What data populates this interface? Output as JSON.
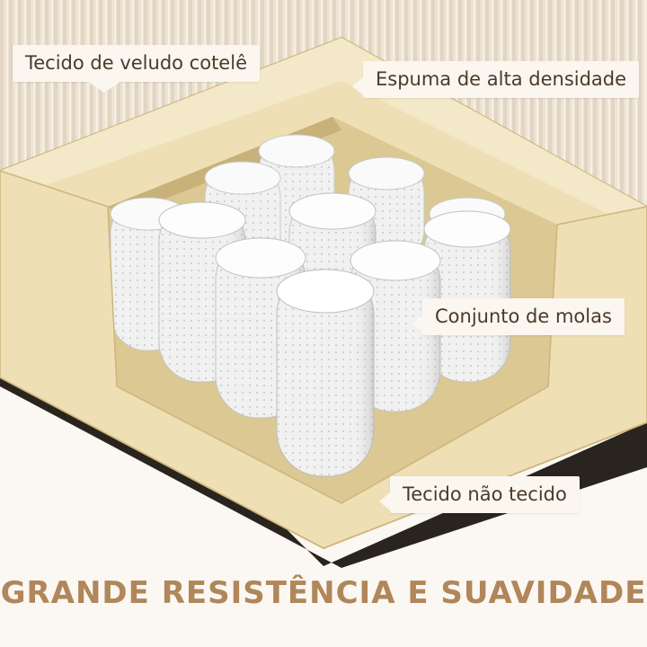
{
  "labels": {
    "velvet": "Tecido de veludo cotelê",
    "foam": "Espuma de alta densidade",
    "springs": "Conjunto de molas",
    "nonwoven": "Tecido não tecido"
  },
  "headline": "GRANDE RESISTÊNCIA E SUAVIDADE",
  "colors": {
    "background": "#fbf7f2",
    "corduroy": "#ede3d4",
    "foam": "#eedfb5",
    "foam_shadow": "#d9c590",
    "spring": "#f1f1f1",
    "headline": "#b0865a"
  }
}
